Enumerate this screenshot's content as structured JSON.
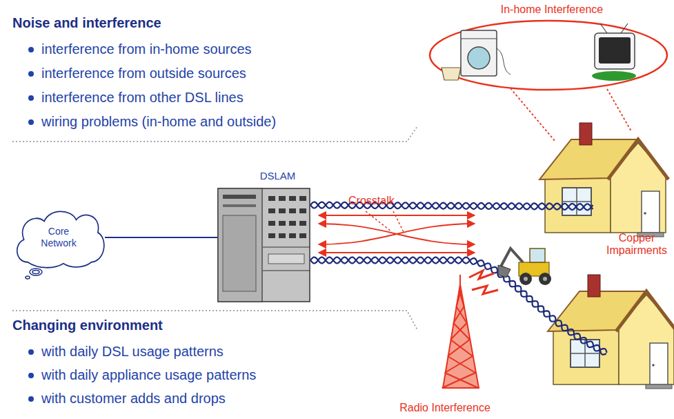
{
  "diagram": {
    "nodes": [
      {
        "text": [
          "Core Network"
        ]
      },
      {
        "text": [
          "DSLAM"
        ]
      }
    ],
    "edges": [
      {
        "from": 0,
        "to": 1,
        "arrow": "none"
      }
    ],
    "labels": [
      "Noise and interference",
      "interference from in-home sources",
      "interference from outside sources",
      "interference from other DSL lines",
      "wiring problems (in-home and outside)",
      "Crosstalk",
      "In-home Interference",
      "Copper Impairments",
      "Radio Interference",
      "Changing environment",
      "with daily DSL usage patterns",
      "with daily appliance usage patterns",
      "with customer adds and drops"
    ]
  }
}
